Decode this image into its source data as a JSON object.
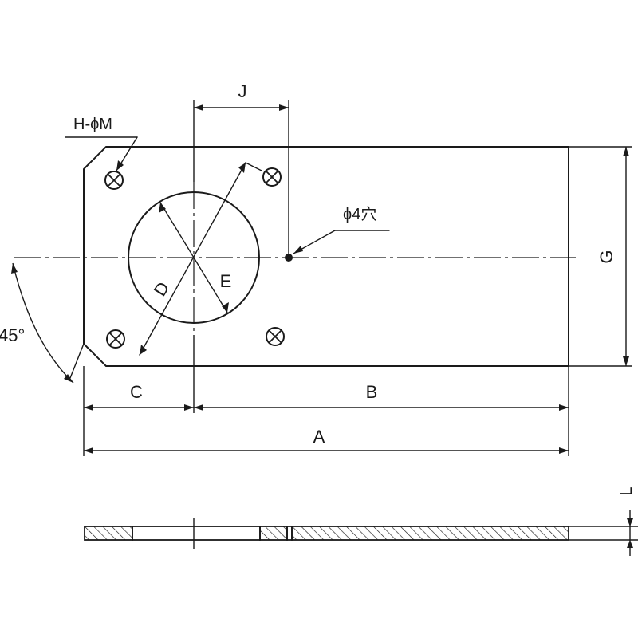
{
  "labels": {
    "A": "A",
    "B": "B",
    "C": "C",
    "D": "D",
    "E": "E",
    "G": "G",
    "J": "J",
    "L": "L",
    "hole_spec": "H-ϕM",
    "pin_hole": "ϕ4穴",
    "angle": "45°"
  },
  "icons": {
    "bolt_hole": "circle-with-x",
    "pin_hole": "filled-dot",
    "section": "hatched-rectangle"
  },
  "colors": {
    "line": "#1a1a1a",
    "background": "#ffffff"
  }
}
